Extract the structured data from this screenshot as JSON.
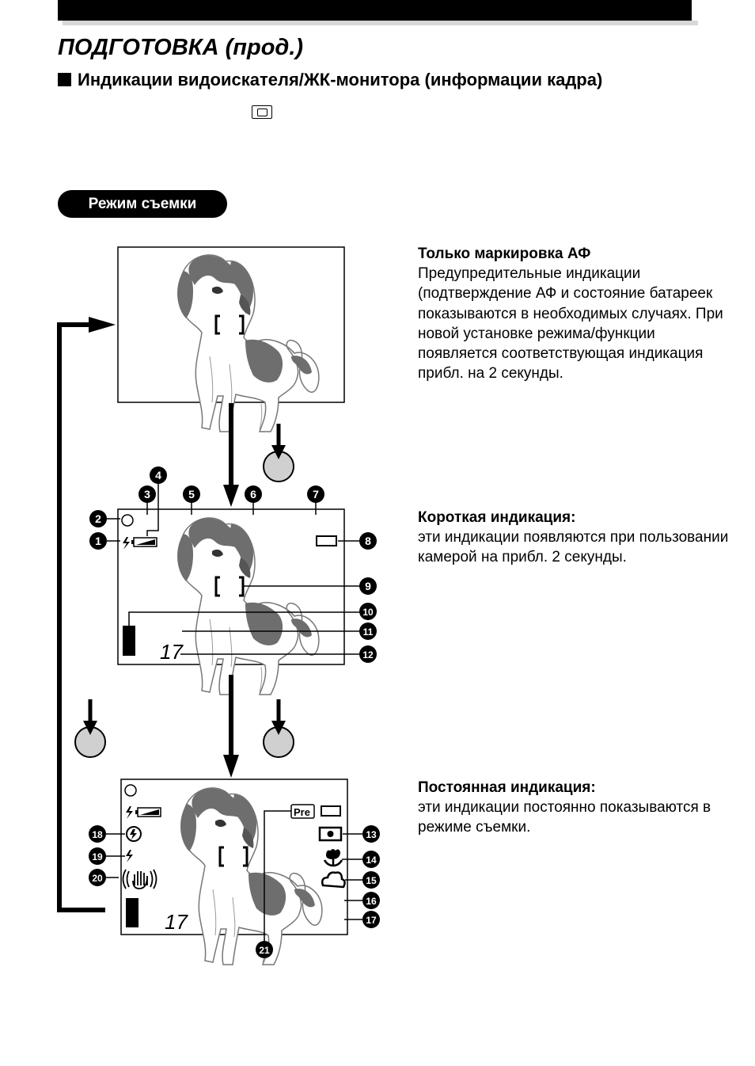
{
  "header": {
    "title": "ПОДГОТОВКА (прод.)",
    "subtitle": "Индикации видоискателя/ЖК-монитора (информации кадра)"
  },
  "icons": {
    "display_button": "display-button-icon",
    "shutter_button": "shutter-button-icon",
    "dog": "dog-illustration"
  },
  "mode_label": "Режим съемки",
  "sections": {
    "af_only": {
      "heading": "Только маркировка АФ",
      "body": "Предупредительные индикации (подтверждение АФ и состояние батареек показываются в необходимых случаях. При новой установке режима/функции появляется соответствующая индикация прибл. на 2 секунды."
    },
    "short": {
      "heading": "Короткая индикация:",
      "body": "эти индикации появляются при пользовании камерой на прибл. 2 секунды."
    },
    "permanent": {
      "heading": "Постоянная индикация:",
      "body": "эти индикации постоянно показываются в режиме съемки."
    }
  },
  "screens": {
    "frame_count": "17",
    "pre_label": "Pre"
  },
  "callouts": [
    "1",
    "2",
    "3",
    "4",
    "5",
    "6",
    "7",
    "8",
    "9",
    "10",
    "11",
    "12",
    "13",
    "14",
    "15",
    "16",
    "17",
    "18",
    "19",
    "20",
    "21"
  ],
  "colors": {
    "dog_dark": "#6e6e6e",
    "shutter_fill": "#d0d0d0",
    "bar_shadow": "#d8d8d8"
  }
}
